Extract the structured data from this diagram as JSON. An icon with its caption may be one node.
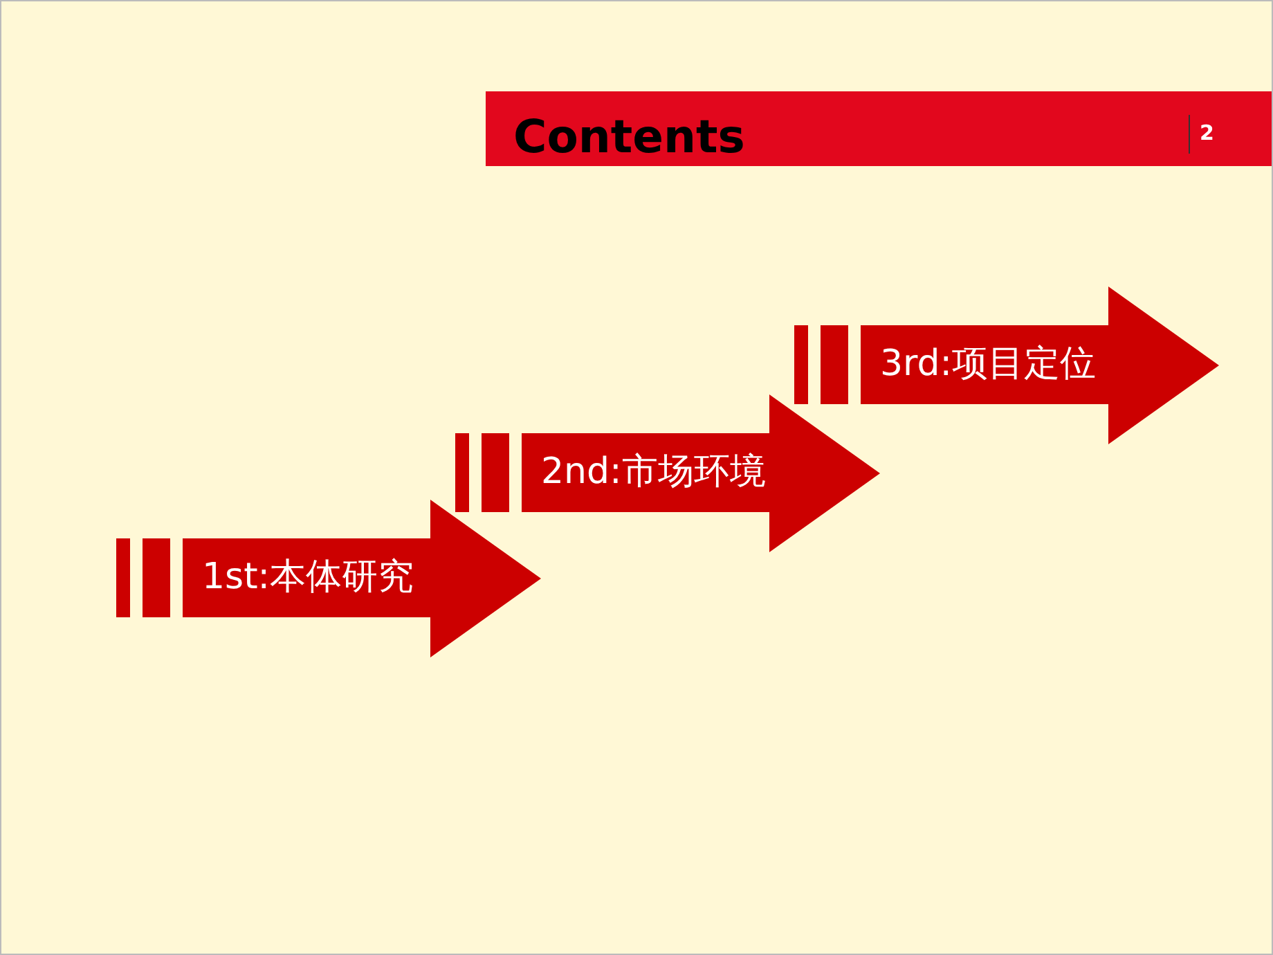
{
  "diagram": {
    "title": "Contents",
    "nodes": [
      {
        "text": [
          "1st:本体研究"
        ]
      },
      {
        "text": [
          "2nd:市场环境"
        ]
      },
      {
        "text": [
          "3rd:项目定位"
        ]
      }
    ],
    "labels": [
      "2"
    ]
  }
}
